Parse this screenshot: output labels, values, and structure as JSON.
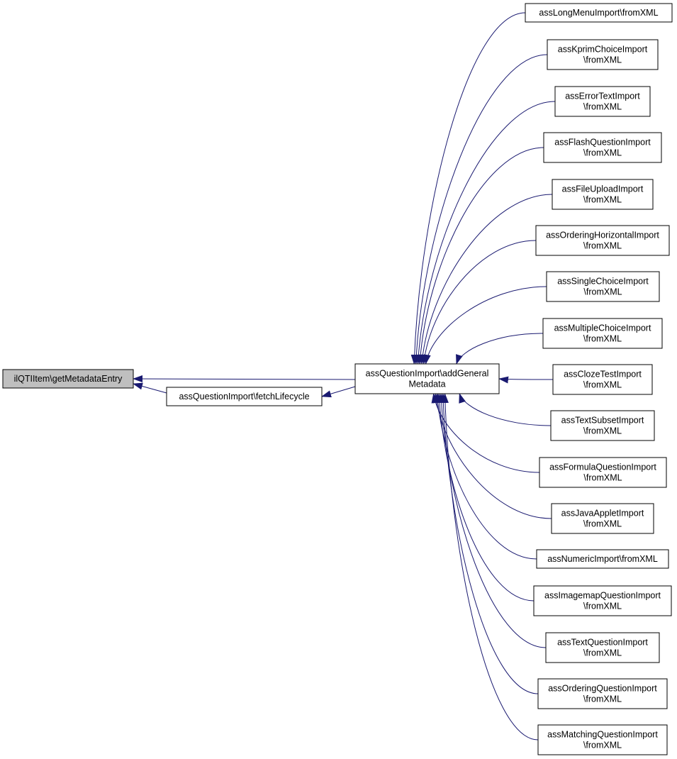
{
  "colors": {
    "edge": "#191970",
    "highlight_fill": "#bfbfbf",
    "node_fill": "#ffffff",
    "node_stroke": "#000000"
  },
  "nodes": [
    {
      "id": "root",
      "lines": [
        "ilQTIItem\\getMetadataEntry"
      ],
      "highlight": true
    },
    {
      "id": "fetch",
      "lines": [
        "assQuestionImport\\fetchLifecycle"
      ]
    },
    {
      "id": "hub",
      "lines": [
        "assQuestionImport\\addGeneral",
        "Metadata"
      ]
    },
    {
      "id": "c0",
      "lines": [
        "assLongMenuImport\\fromXML"
      ]
    },
    {
      "id": "c1",
      "lines": [
        "assKprimChoiceImport",
        "\\fromXML"
      ]
    },
    {
      "id": "c2",
      "lines": [
        "assErrorTextImport",
        "\\fromXML"
      ]
    },
    {
      "id": "c3",
      "lines": [
        "assFlashQuestionImport",
        "\\fromXML"
      ]
    },
    {
      "id": "c4",
      "lines": [
        "assFileUploadImport",
        "\\fromXML"
      ]
    },
    {
      "id": "c5",
      "lines": [
        "assOrderingHorizontalImport",
        "\\fromXML"
      ]
    },
    {
      "id": "c6",
      "lines": [
        "assSingleChoiceImport",
        "\\fromXML"
      ]
    },
    {
      "id": "c7",
      "lines": [
        "assMultipleChoiceImport",
        "\\fromXML"
      ]
    },
    {
      "id": "c8",
      "lines": [
        "assClozeTestImport",
        "\\fromXML"
      ]
    },
    {
      "id": "c9",
      "lines": [
        "assTextSubsetImport",
        "\\fromXML"
      ]
    },
    {
      "id": "c10",
      "lines": [
        "assFormulaQuestionImport",
        "\\fromXML"
      ]
    },
    {
      "id": "c11",
      "lines": [
        "assJavaAppletImport",
        "\\fromXML"
      ]
    },
    {
      "id": "c12",
      "lines": [
        "assNumericImport\\fromXML"
      ]
    },
    {
      "id": "c13",
      "lines": [
        "assImagemapQuestionImport",
        "\\fromXML"
      ]
    },
    {
      "id": "c14",
      "lines": [
        "assTextQuestionImport",
        "\\fromXML"
      ]
    },
    {
      "id": "c15",
      "lines": [
        "assOrderingQuestionImport",
        "\\fromXML"
      ]
    },
    {
      "id": "c16",
      "lines": [
        "assMatchingQuestionImport",
        "\\fromXML"
      ]
    }
  ],
  "edges": [
    {
      "from": "fetch",
      "to": "root"
    },
    {
      "from": "hub",
      "to": "root"
    },
    {
      "from": "hub",
      "to": "fetch"
    },
    {
      "from": "c0",
      "to": "hub"
    },
    {
      "from": "c1",
      "to": "hub"
    },
    {
      "from": "c2",
      "to": "hub"
    },
    {
      "from": "c3",
      "to": "hub"
    },
    {
      "from": "c4",
      "to": "hub"
    },
    {
      "from": "c5",
      "to": "hub"
    },
    {
      "from": "c6",
      "to": "hub"
    },
    {
      "from": "c7",
      "to": "hub"
    },
    {
      "from": "c8",
      "to": "hub"
    },
    {
      "from": "c9",
      "to": "hub"
    },
    {
      "from": "c10",
      "to": "hub"
    },
    {
      "from": "c11",
      "to": "hub"
    },
    {
      "from": "c12",
      "to": "hub"
    },
    {
      "from": "c13",
      "to": "hub"
    },
    {
      "from": "c14",
      "to": "hub"
    },
    {
      "from": "c15",
      "to": "hub"
    },
    {
      "from": "c16",
      "to": "hub"
    }
  ]
}
